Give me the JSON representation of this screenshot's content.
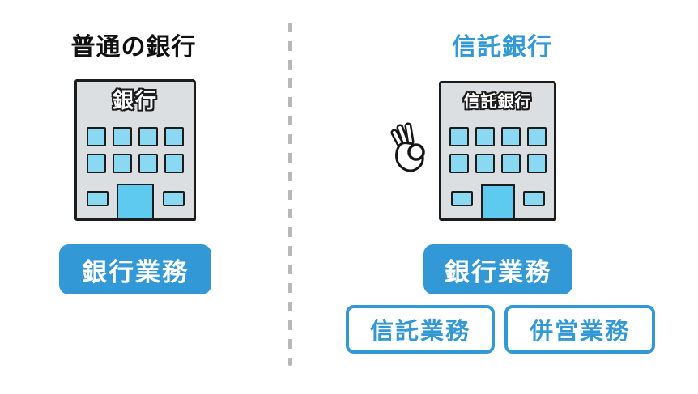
{
  "diagram": {
    "left": {
      "title": "普通の銀行",
      "building_sign": "銀行",
      "badges": [
        {
          "label": "銀行業務",
          "style": "filled"
        }
      ]
    },
    "right": {
      "title": "信託銀行",
      "building_sign": "信託銀行",
      "icon": "ok-hand-icon",
      "badges": [
        {
          "label": "銀行業務",
          "style": "filled"
        },
        {
          "label": "信託業務",
          "style": "outlined"
        },
        {
          "label": "併営業務",
          "style": "outlined"
        }
      ]
    },
    "colors": {
      "accent_blue": "#3399d6",
      "building_wall": "#dcdfe1",
      "window_blue": "#8ad8f2",
      "door_blue": "#5fcaf0",
      "outline_dark": "#1c1c1c",
      "divider_gray": "#b8b8b8",
      "title_black": "#111111"
    }
  }
}
